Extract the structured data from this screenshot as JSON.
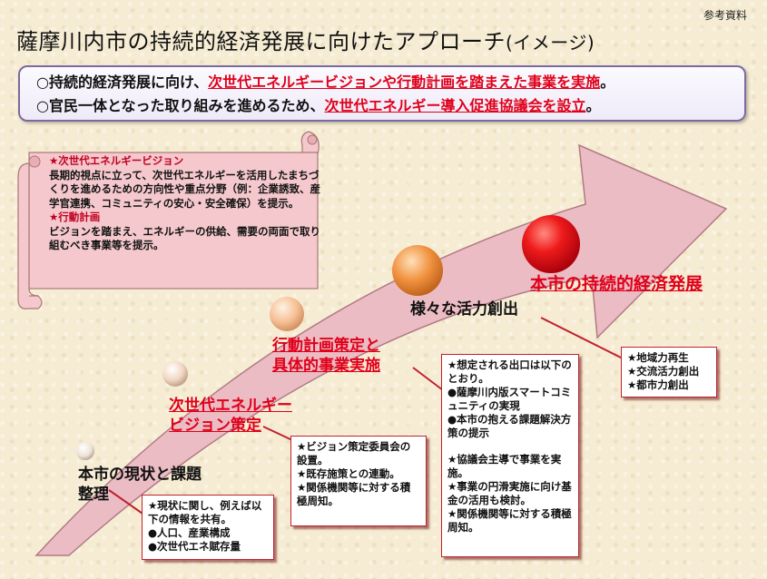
{
  "header": {
    "ref_label": "参考資料",
    "title": "薩摩川内市の持続的経済発展に向けたアプローチ",
    "title_suffix": "(イメージ)"
  },
  "summary": {
    "line1_a": "○持続的経済発展に向け、",
    "line1_b": "次世代エネルギービジョンや行動計画を踏まえた事業を実施",
    "line1_c": "。",
    "line2_a": "○官民一体となった取り組みを進めるため、",
    "line2_b": "次世代エネルギー導入促進協議会を設立",
    "line2_c": "。"
  },
  "scroll": {
    "h1": "★次世代エネルギービジョン",
    "p1": "長期的視点に立って、次世代エネルギーを活用したまちづくりを進めるための方向性や重点分野（例：企業誘致、産学官連携、コミュニティの安心・安全確保）を提示。",
    "h2": "★行動計画",
    "p2": "ビジョンを踏まえ、エネルギーの供給、需要の両面で取り組むべき事業等を提示。"
  },
  "stages": [
    {
      "line1": "本市の現状と課題",
      "line2": "整理"
    },
    {
      "line1": "次世代エネルギー",
      "line2": "ビジョン策定"
    },
    {
      "line1": "行動計画策定と",
      "line2": "具体的事業実施"
    },
    {
      "line1": "様々な活力創出"
    },
    {
      "line1": "本市の持続的経済発展"
    }
  ],
  "notes": {
    "status": [
      "★現状に関し、例えば以下の情報を共有。",
      "●人口、産業構成",
      "●次世代エネ賦存量"
    ],
    "vision": [
      "★ビジョン策定委員会の設置。",
      "★既存施策との連動。",
      "★関係機関等に対する積極周知。"
    ],
    "action_a": [
      "★想定される出口は以下のとおり。",
      "●薩摩川内版スマートコミュニティの実現",
      "●本市の抱える課題解決方策の提示"
    ],
    "action_b": [
      "★協議会主導で事業を実施。",
      "★事業の円滑実施に向け基金の活用も検討。",
      "★関係機関等に対する積極周知。"
    ],
    "outcome": [
      "★地域力再生",
      "★交流活力創出",
      "★都市力創出"
    ]
  },
  "colors": {
    "arrow_fill": "#ebbcc4",
    "arrow_stroke": "#b07a84",
    "scroll_fill": "#f4c8cc",
    "accent_red": "#e0001a",
    "goal_sphere": "#e60012",
    "mid_sphere": "#f29a4a",
    "light_sphere": "#f7c9a3"
  }
}
